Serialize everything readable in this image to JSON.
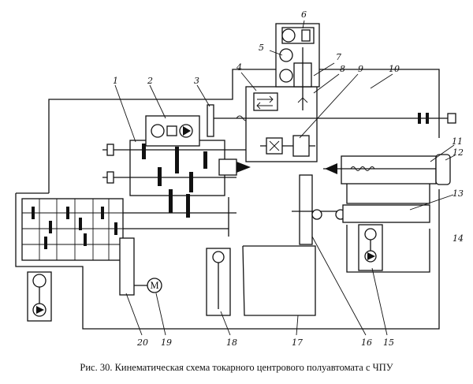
{
  "figure": {
    "labels": [
      "1",
      "2",
      "3",
      "4",
      "5",
      "6",
      "7",
      "8",
      "9",
      "10",
      "11",
      "12",
      "13",
      "14",
      "15",
      "16",
      "17",
      "18",
      "19",
      "20"
    ],
    "motor_symbol": "M",
    "caption": "Рис. 30. Кинематическая схема токарного центрового полуавтомата с ЧПУ"
  }
}
